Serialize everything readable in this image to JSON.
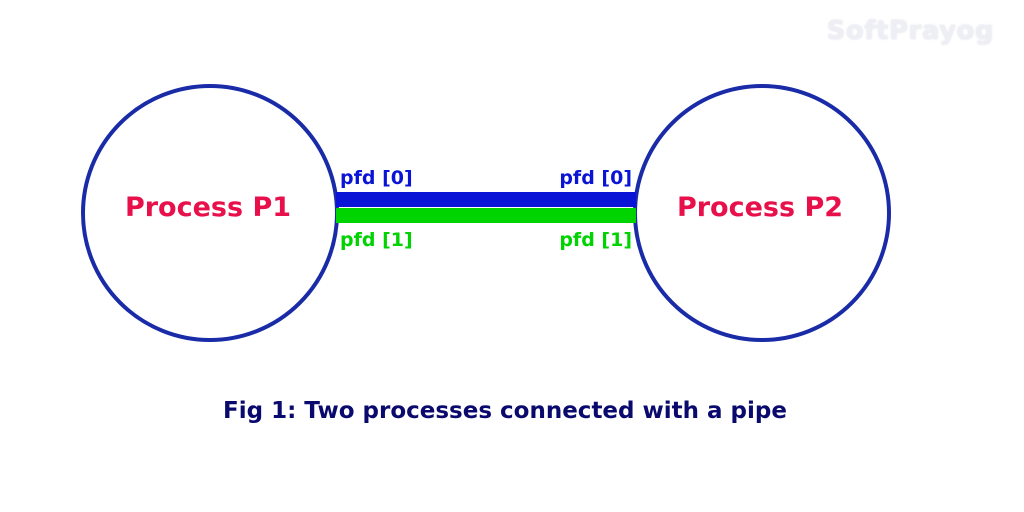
{
  "watermark": "SoftPrayog",
  "colors": {
    "circle_stroke": "#1a2ba8",
    "process_label": "#e8104a",
    "read_end": "#0a14d6",
    "write_end": "#00d400",
    "caption": "#0a0a6e"
  },
  "processes": [
    {
      "label": "Process P1"
    },
    {
      "label": "Process P2"
    }
  ],
  "pipe": {
    "left_read_label": "pfd [0]",
    "left_write_label": "pfd [1]",
    "right_read_label": "pfd [0]",
    "right_write_label": "pfd [1]"
  },
  "caption": "Fig 1: Two processes connected with a pipe"
}
